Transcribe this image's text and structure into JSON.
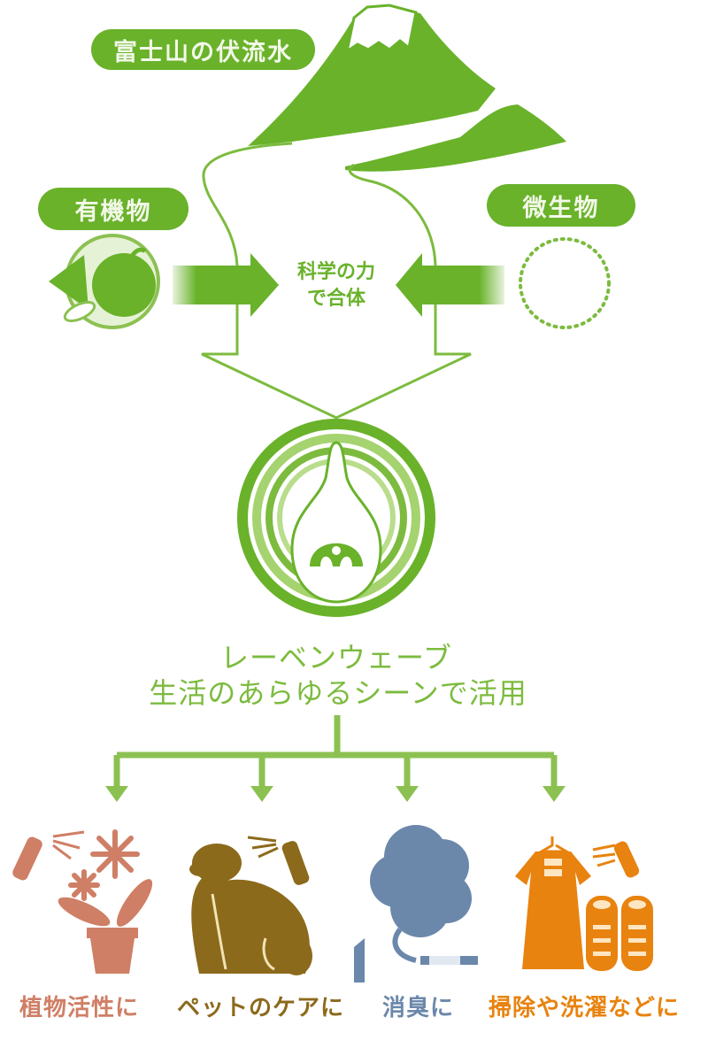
{
  "diagram": {
    "source": {
      "label": "富士山の伏流水",
      "icon": "mount-fuji-icon"
    },
    "inputs": [
      {
        "label": "有機物",
        "icon": "organic-apple-icon"
      },
      {
        "label": "微生物",
        "icon": "dotted-circle-microbe-icon"
      }
    ],
    "process": {
      "label_line1": "科学の力",
      "label_line2": "で合体"
    },
    "product": {
      "icon": "drop-emblem-icon",
      "name": "レーベンウェーブ",
      "tagline": "生活のあらゆるシーンで活用"
    },
    "uses": [
      {
        "label": "植物活性に",
        "icon": "plant-spray-icon",
        "color": "#cf7f66"
      },
      {
        "label": "ペットのケアに",
        "icon": "dog-spray-icon",
        "color": "#8c6a1c"
      },
      {
        "label": "消臭に",
        "icon": "smoke-cigarette-icon",
        "color": "#6b88ab"
      },
      {
        "label": "掃除や洗濯などに",
        "icon": "clothes-shoes-spray-icon",
        "color": "#e8830f"
      }
    ],
    "colors": {
      "primary_green": "#69b22a",
      "light_green": "#8cc152",
      "plant": "#cf7f66",
      "pet": "#8c6a1c",
      "deodorize": "#6b88ab",
      "laundry": "#e8830f"
    }
  }
}
